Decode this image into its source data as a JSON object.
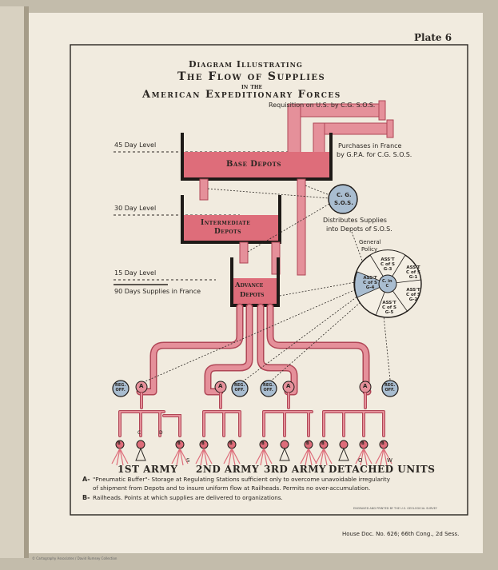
{
  "plate": {
    "label": "Plate 6"
  },
  "title": {
    "line1": "Diagram Illustrating",
    "line2": "The Flow of Supplies",
    "line3": "in the",
    "line4": "American Expeditionary Forces"
  },
  "annotations": {
    "requisition": "Requisition on U.S. by C.G. S.O.S.",
    "purchases_1": "Purchases in France",
    "purchases_2": "by G.P.A. for C.G. S.O.S.",
    "distributes_1": "Distributes Supplies",
    "distributes_2": "into Depots of S.O.S.",
    "general_1": "General",
    "general_2": "Policy"
  },
  "levels": {
    "l45": "45 Day Level",
    "l30": "30 Day Level",
    "l15": "15 Day Level",
    "total": "90 Days Supplies in France"
  },
  "depots": {
    "base": "Base Depots",
    "inter_1": "Intermediate",
    "inter_2": "Depots",
    "adv_1": "Advance",
    "adv_2": "Depots"
  },
  "cg_sos": {
    "line1": "C. G.",
    "line2": "S.O.S."
  },
  "staff_wheel": {
    "center_1": "C. in",
    "center_2": "C",
    "seg_top_1": "ASS'T",
    "seg_top_2": "C of S",
    "seg_top_3": "G-3",
    "seg_tr_1": "ASS'T",
    "seg_tr_2": "C of S",
    "seg_tr_3": "G-1",
    "seg_r_1": "ASS'T",
    "seg_r_2": "C of S",
    "seg_r_3": "G-2",
    "seg_bot_1": "ASS'T",
    "seg_bot_2": "C of S",
    "seg_bot_3": "G-5",
    "seg_l_1": "ASS'T",
    "seg_l_2": "C of S",
    "seg_l_3": "G-4"
  },
  "reg_off": {
    "line1": "REG.",
    "line2": "OFF."
  },
  "markers": {
    "a": "A",
    "b": "B",
    "c": "C",
    "d": "D",
    "s": "S",
    "o": "O",
    "w": "W"
  },
  "armies": {
    "first": "1ST ARMY",
    "second": "2ND ARMY",
    "third": "3RD ARMY",
    "detached": "DETACHED UNITS"
  },
  "legend": {
    "a_key": "A-",
    "a_line1": "\"Pneumatic Buffer\"- Storage at Regulating Stations sufficient only to overcome unavoidable irregularity",
    "a_line2": "of shipment from Depots and to insure uniform flow at Railheads. Permits no over-accumulation.",
    "b_key": "B-",
    "b_line": "Railheads. Points at which supplies are delivered to organizations."
  },
  "footer": {
    "credit": "ENGRAVED AND PRINTED BY THE U.S. GEOLOGICAL SURVEY",
    "doc": "House Doc. No. 626; 66th Cong., 2d Sess.",
    "copyright": "© Cartography Associates / David Rumsey Collection"
  },
  "colors": {
    "pipe": "#e5909a",
    "pipe_edge": "#b04656",
    "fill": "#de6d7a",
    "ink": "#1e1a17",
    "paper": "#f2ece0",
    "blue": "#a9bdd0"
  }
}
